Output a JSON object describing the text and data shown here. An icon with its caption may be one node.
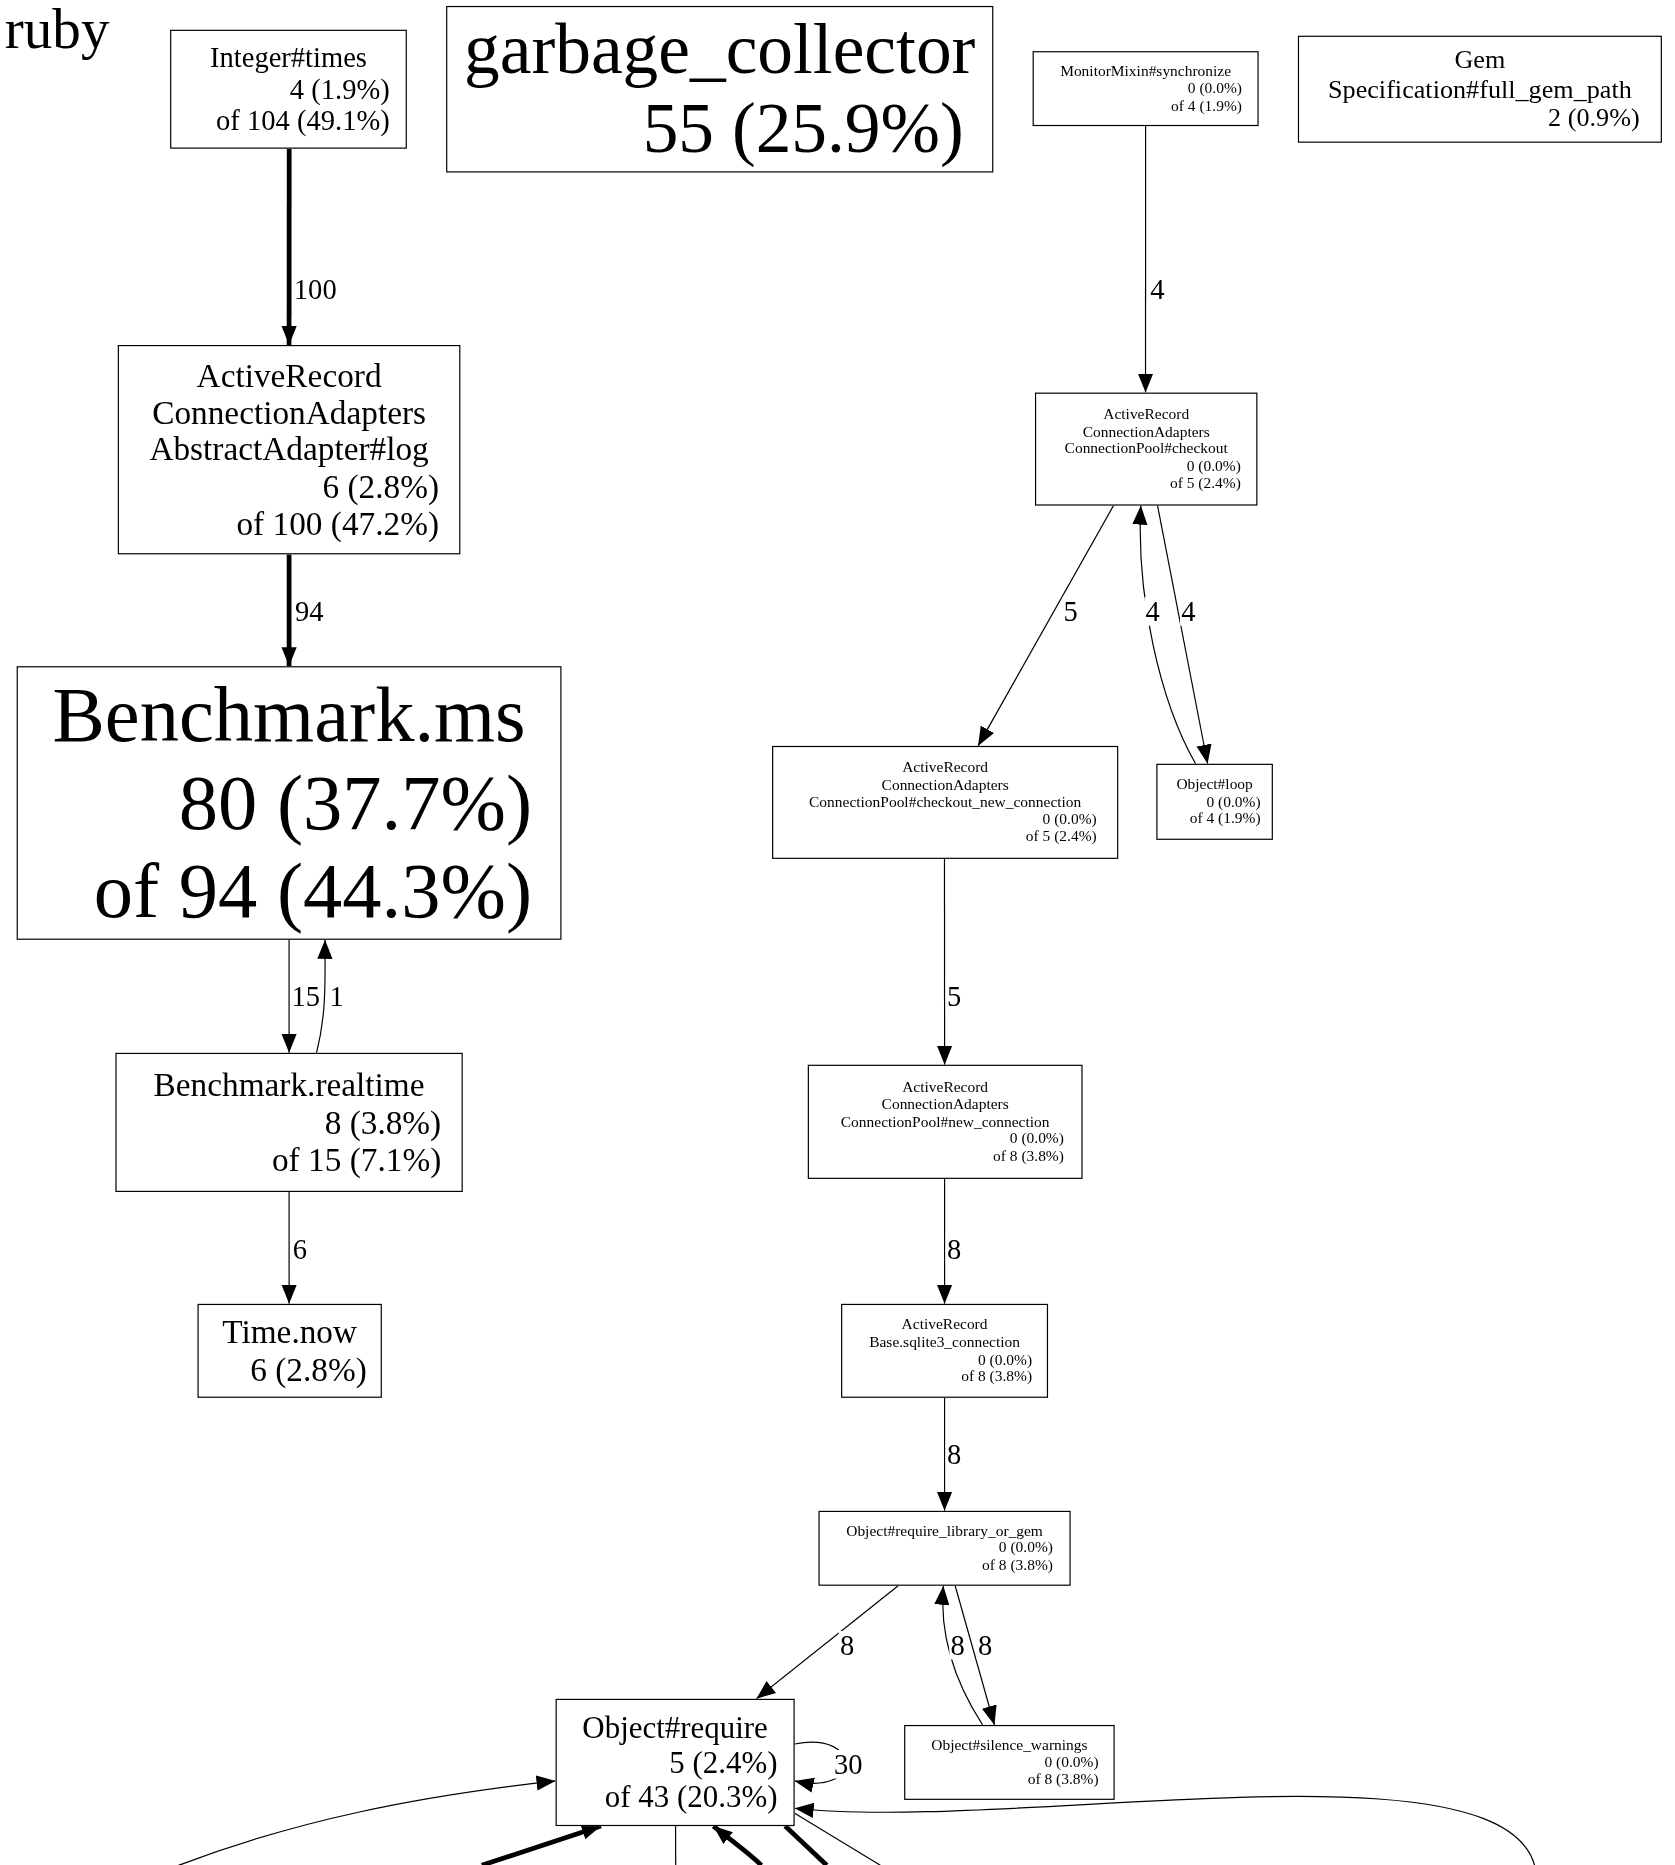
{
  "diagram": {
    "nodes": [
      {
        "text": [
          "Integer#times",
          "4 (1.9%)",
          "of 104 (49.1%)"
        ]
      },
      {
        "text": [
          "garbage_collector",
          "55 (25.9%)"
        ]
      },
      {
        "text": [
          "MonitorMixin#synchronize",
          "0 (0.0%)",
          "of 4 (1.9%)"
        ]
      },
      {
        "text": [
          "Gem Specification#full_gem_path",
          "2 (0.9%)"
        ]
      },
      {
        "text": [
          "ActiveRecord ConnectionAdapters AbstractAdapter#log",
          "6 (2.8%)",
          "of 100 (47.2%)"
        ]
      },
      {
        "text": [
          "ActiveRecord ConnectionAdapters ConnectionPool#checkout",
          "0 (0.0%)",
          "of 5 (2.4%)"
        ]
      },
      {
        "text": [
          "Benchmark.ms",
          "80 (37.7%)",
          "of 94 (44.3%)"
        ]
      },
      {
        "text": [
          "ActiveRecord ConnectionAdapters ConnectionPool#checkout_new_connection",
          "0 (0.0%)",
          "of 5 (2.4%)"
        ]
      },
      {
        "text": [
          "Object#loop",
          "0 (0.0%)",
          "of 4 (1.9%)"
        ]
      },
      {
        "text": [
          "Benchmark.realtime",
          "8 (3.8%)",
          "of 15 (7.1%)"
        ]
      },
      {
        "text": [
          "ActiveRecord ConnectionAdapters ConnectionPool#new_connection",
          "0 (0.0%)",
          "of 8 (3.8%)"
        ]
      },
      {
        "text": [
          "Time.now",
          "6 (2.8%)"
        ]
      },
      {
        "text": [
          "ActiveRecord Base.sqlite3_connection",
          "0 (0.0%)",
          "of 8 (3.8%)"
        ]
      },
      {
        "text": [
          "Object#require_library_or_gem",
          "0 (0.0%)",
          "of 8 (3.8%)"
        ]
      },
      {
        "text": [
          "Object#require",
          "5 (2.4%)",
          "of 43 (20.3%)"
        ]
      },
      {
        "text": [
          "Object#silence_warnings",
          "0 (0.0%)",
          "of 8 (3.8%)"
        ]
      }
    ],
    "edges": [
      {
        "from": 0,
        "to": 4,
        "arrow": "to",
        "label": "100",
        "style": "thick"
      },
      {
        "from": 4,
        "to": 6,
        "arrow": "to",
        "label": "94",
        "style": "thick"
      },
      {
        "from": 2,
        "to": 5,
        "arrow": "to",
        "label": "4"
      },
      {
        "from": 5,
        "to": 7,
        "arrow": "to",
        "label": "5"
      },
      {
        "from": 8,
        "to": 5,
        "arrow": "to",
        "label": "4"
      },
      {
        "from": 5,
        "to": 8,
        "arrow": "to",
        "label": "4"
      },
      {
        "from": 6,
        "to": 9,
        "arrow": "to",
        "label": "15"
      },
      {
        "from": 9,
        "to": 6,
        "arrow": "to",
        "label": "1"
      },
      {
        "from": 7,
        "to": 10,
        "arrow": "to",
        "label": "5"
      },
      {
        "from": 9,
        "to": 11,
        "arrow": "to",
        "label": "6"
      },
      {
        "from": 10,
        "to": 12,
        "arrow": "to",
        "label": "8"
      },
      {
        "from": 12,
        "to": 13,
        "arrow": "to",
        "label": "8"
      },
      {
        "from": 13,
        "to": 14,
        "arrow": "to",
        "label": "8"
      },
      {
        "from": 15,
        "to": 13,
        "arrow": "to",
        "label": "8"
      },
      {
        "from": 13,
        "to": 15,
        "arrow": "to",
        "label": "8"
      },
      {
        "from": 14,
        "to": 14,
        "arrow": "to",
        "label": "30"
      },
      {
        "from": null,
        "to": 14,
        "arrow": "to"
      },
      {
        "from": null,
        "to": 14,
        "arrow": "to",
        "style": "thick"
      },
      {
        "from": 14,
        "to": null,
        "arrow": "none"
      },
      {
        "from": null,
        "to": 14,
        "arrow": "to",
        "style": "thick"
      },
      {
        "from": 14,
        "to": null,
        "arrow": "none",
        "style": "thick"
      },
      {
        "from": 14,
        "to": null,
        "arrow": "none"
      },
      {
        "from": null,
        "to": 14,
        "arrow": "to"
      }
    ],
    "labels": [
      "ruby"
    ]
  }
}
